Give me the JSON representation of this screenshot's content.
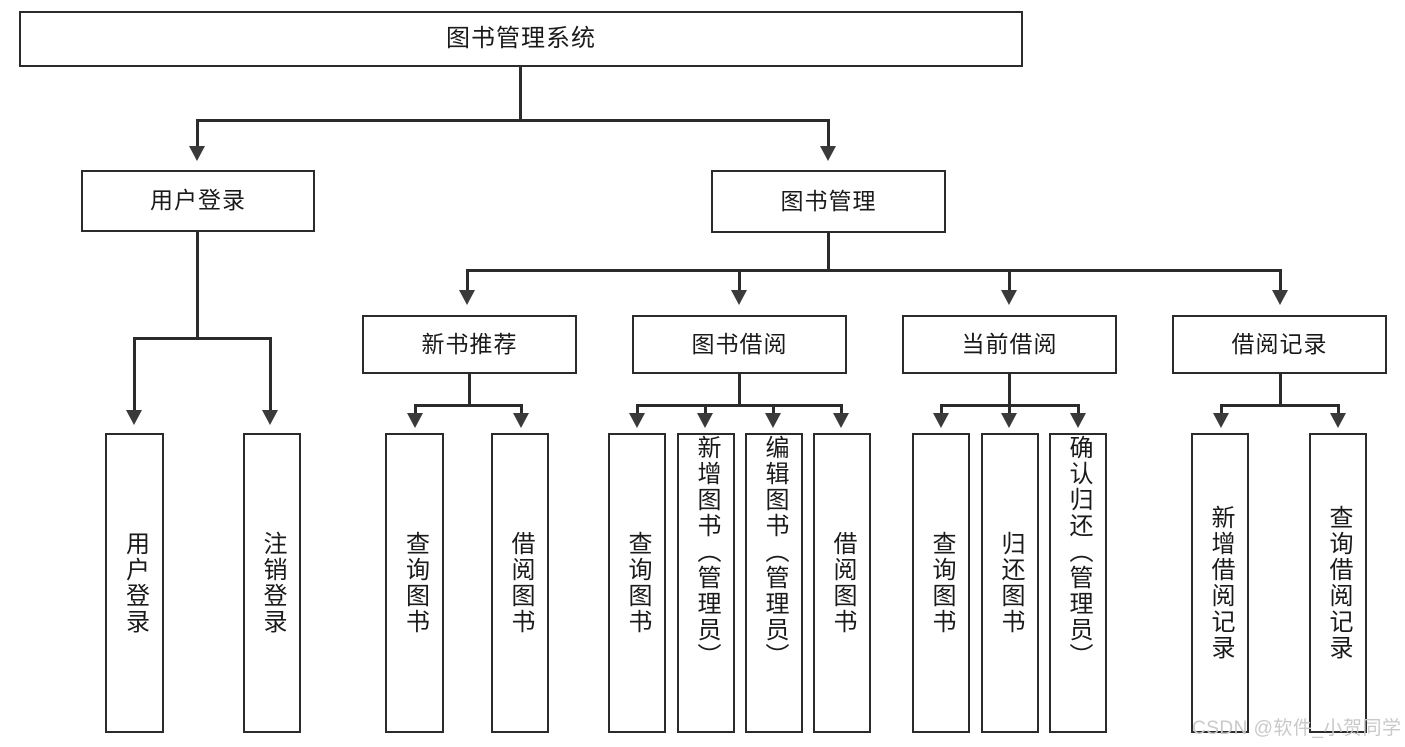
{
  "diagram": {
    "title": "图书管理系统",
    "levels": {
      "root": {
        "label": "图书管理系统"
      },
      "level2": [
        {
          "label": "用户登录"
        },
        {
          "label": "图书管理"
        }
      ],
      "level3": [
        {
          "label": "新书推荐"
        },
        {
          "label": "图书借阅"
        },
        {
          "label": "当前借阅"
        },
        {
          "label": "借阅记录"
        }
      ],
      "leaves": {
        "user_login": [
          {
            "label": "用户登录"
          },
          {
            "label": "注销登录"
          }
        ],
        "new_book_recommend": [
          {
            "label": "查询图书"
          },
          {
            "label": "借阅图书"
          }
        ],
        "book_borrow": [
          {
            "label": "查询图书"
          },
          {
            "label": "新增图书（管理员）"
          },
          {
            "label": "编辑图书（管理员）"
          },
          {
            "label": "借阅图书"
          }
        ],
        "current_borrow": [
          {
            "label": "查询图书"
          },
          {
            "label": "归还图书"
          },
          {
            "label": "确认归还（管理员）"
          }
        ],
        "borrow_records": [
          {
            "label": "新增借阅记录"
          },
          {
            "label": "查询借阅记录"
          }
        ]
      }
    }
  },
  "watermark": {
    "text": "CSDN @软件_小贺同学"
  },
  "colors": {
    "stroke": "#2b2b2b",
    "background": "#ffffff",
    "text": "#1a1a1a",
    "watermark": "#c9c9c9"
  }
}
